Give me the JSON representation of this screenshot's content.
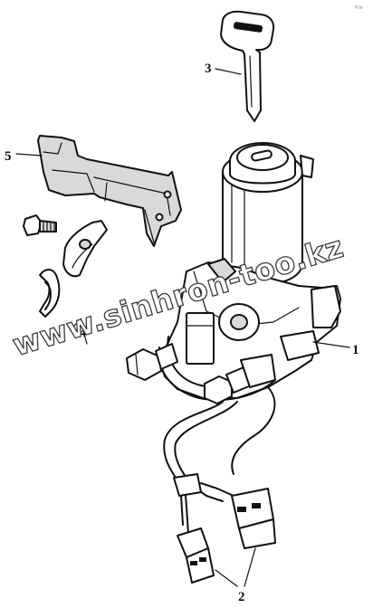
{
  "diagram": {
    "callouts": [
      {
        "id": "1",
        "text": "1"
      },
      {
        "id": "2",
        "text": "2"
      },
      {
        "id": "3",
        "text": "3"
      },
      {
        "id": "4",
        "text": "4"
      },
      {
        "id": "5",
        "text": "5"
      }
    ],
    "watermark": "www.sinhron-too.kz",
    "corner_mark": "P.m"
  }
}
